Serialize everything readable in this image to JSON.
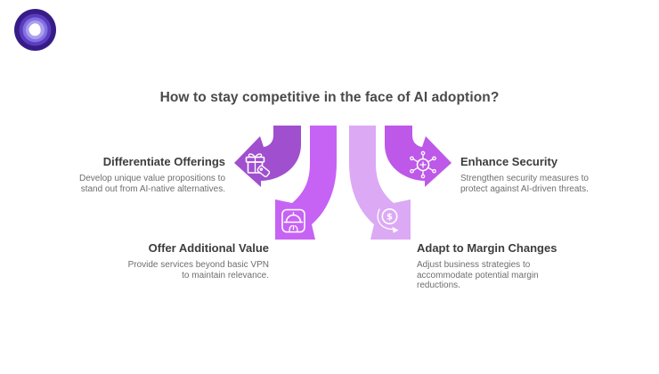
{
  "logo": {
    "alt": "vpn-brand-logo",
    "colors": {
      "ring1": "#371C87",
      "ring2": "#5A3CC0",
      "ring3": "#8471E1",
      "ring4": "#AC9FF0",
      "mark": "#FFFFFF"
    }
  },
  "header": {
    "title": "How to stay competitive in the face of AI adoption?"
  },
  "diagram": {
    "arrows": [
      {
        "id": "differentiate-offerings",
        "icon": "gift-tag-icon",
        "color": "#A04FCF"
      },
      {
        "id": "offer-additional-value",
        "icon": "service-cloche-icon",
        "color": "#C763F4"
      },
      {
        "id": "adapt-margin-changes",
        "icon": "dollar-decrease-icon",
        "color": "#DCA9F5",
        "glyph": "$"
      },
      {
        "id": "enhance-security",
        "icon": "threat-network-icon",
        "color": "#BE58E8"
      }
    ],
    "items": [
      {
        "heading": "Differentiate Offerings",
        "description": "Develop unique value propositions to\nstand out from AI-native alternatives."
      },
      {
        "heading": "Enhance Security",
        "description": "Strengthen security measures to\nprotect against AI-driven threats."
      },
      {
        "heading": "Offer Additional Value",
        "description": "Provide services beyond basic VPN\nto maintain relevance."
      },
      {
        "heading": "Adapt to Margin Changes",
        "description": "Adjust business strategies to\naccommodate potential margin\nreductions."
      }
    ]
  }
}
